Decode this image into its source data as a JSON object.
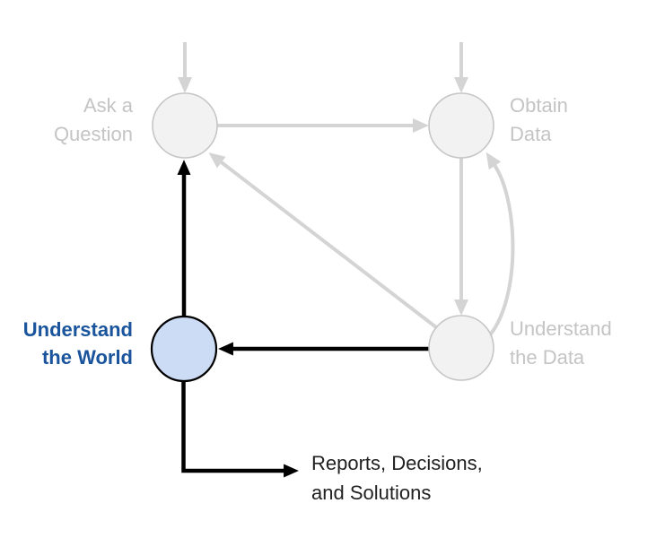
{
  "diagram": {
    "description": "data science lifecycle diagram, Understand the World stage highlighted",
    "nodes": {
      "ask_question": {
        "line1": "Ask a",
        "line2": "Question",
        "state": "inactive"
      },
      "obtain_data": {
        "line1": "Obtain",
        "line2": "Data",
        "state": "inactive"
      },
      "understand_data": {
        "line1": "Understand",
        "line2": "the Data",
        "state": "inactive"
      },
      "understand_world": {
        "line1": "Understand",
        "line2": "the World",
        "state": "active"
      }
    },
    "output": {
      "line1": "Reports, Decisions,",
      "line2": "and Solutions"
    },
    "colors": {
      "background": "#ffffff",
      "inactive_arrow": "#d4d4d4",
      "inactive_node_fill": "#f2f2f2",
      "inactive_node_stroke": "#c6c6c6",
      "inactive_text": "#c4c4c4",
      "active_node_fill": "#ccdcf5",
      "active_node_stroke": "#000000",
      "active_arrow": "#000000",
      "active_text": "#1a549c",
      "output_text": "#212121"
    }
  }
}
